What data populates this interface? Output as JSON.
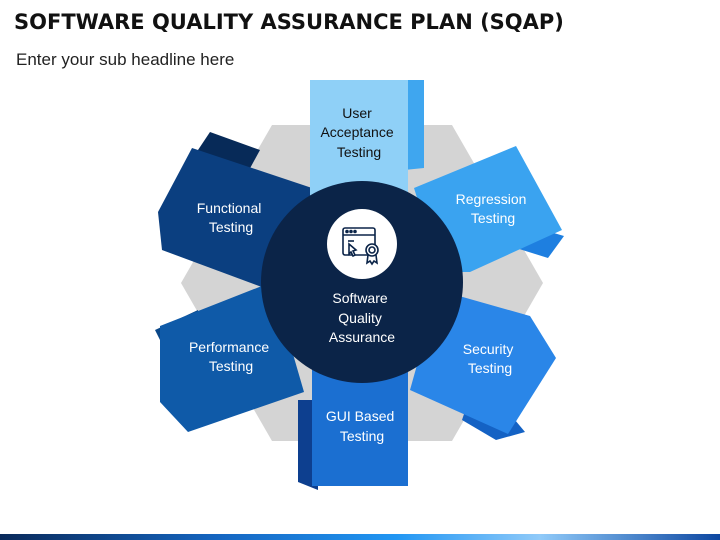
{
  "title": "SOFTWARE QUALITY ASSURANCE PLAN (SQAP)",
  "subtitle": "Enter your sub headline here",
  "center": {
    "lines": [
      "Software",
      "Quality",
      "Assurance"
    ],
    "icon": "web-certificate-icon"
  },
  "segments": [
    {
      "lines": [
        "User",
        "Acceptance",
        "Testing"
      ],
      "color": "#8fd0f7"
    },
    {
      "lines": [
        "Regression",
        "Testing"
      ],
      "color": "#3aa3f0"
    },
    {
      "lines": [
        "Security",
        "Testing"
      ],
      "color": "#2a86e8"
    },
    {
      "lines": [
        "GUI Based",
        "Testing"
      ],
      "color": "#1b6fd1"
    },
    {
      "lines": [
        "Performance",
        "Testing"
      ],
      "color": "#0f5aa8"
    },
    {
      "lines": [
        "Functional",
        "Testing"
      ],
      "color": "#0b3f80"
    }
  ],
  "colors": {
    "hexagon": "#d4d4d4",
    "center": "#0b2448",
    "center_ring": "#ffffff"
  }
}
